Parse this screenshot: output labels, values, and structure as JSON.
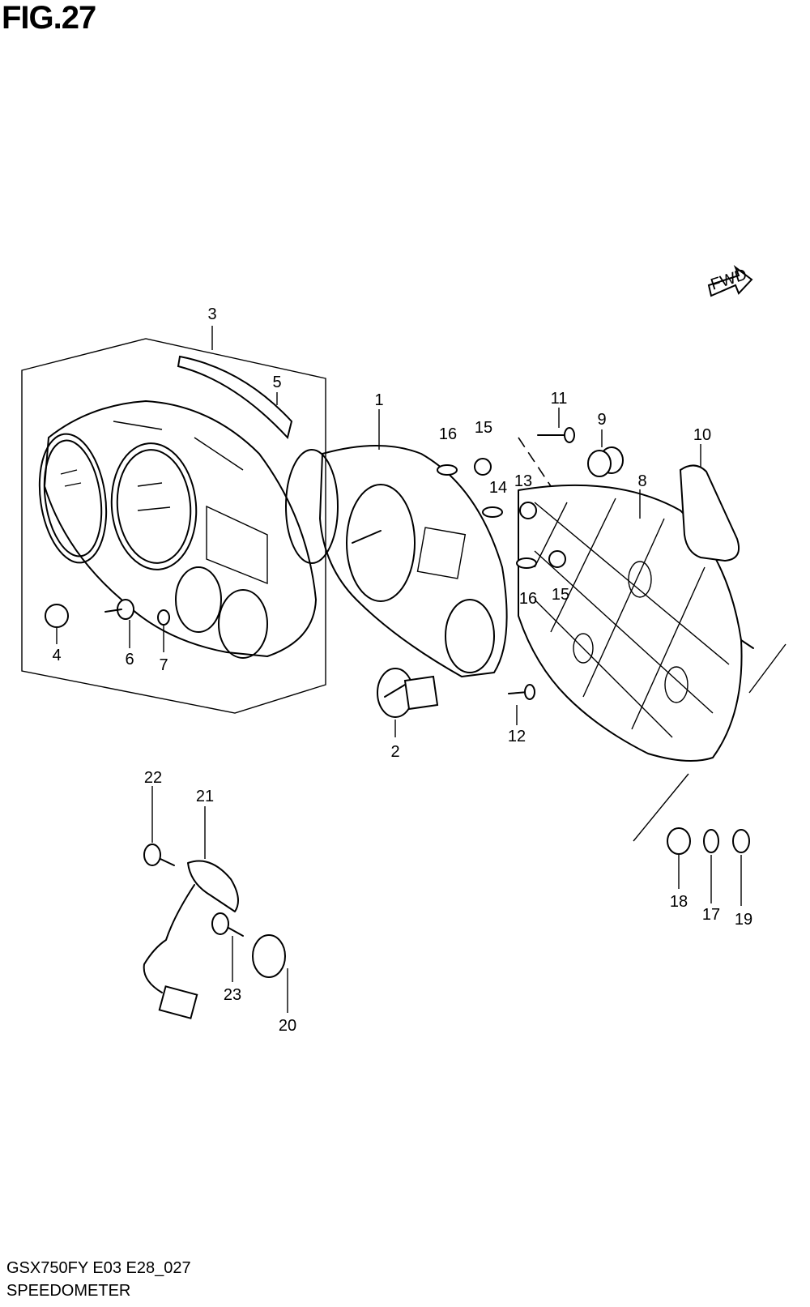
{
  "figure_title": "FIG.27",
  "footer": {
    "code": "GSX750FY E03 E28_027",
    "name": "SPEEDOMETER"
  },
  "forward_badge": "FWD",
  "callouts": [
    {
      "id": "1",
      "text": "1"
    },
    {
      "id": "2",
      "text": "2"
    },
    {
      "id": "3",
      "text": "3"
    },
    {
      "id": "4",
      "text": "4"
    },
    {
      "id": "5",
      "text": "5"
    },
    {
      "id": "6",
      "text": "6"
    },
    {
      "id": "7",
      "text": "7"
    },
    {
      "id": "8",
      "text": "8"
    },
    {
      "id": "9",
      "text": "9"
    },
    {
      "id": "10",
      "text": "10"
    },
    {
      "id": "11",
      "text": "11"
    },
    {
      "id": "12",
      "text": "12"
    },
    {
      "id": "13",
      "text": "13"
    },
    {
      "id": "14",
      "text": "14"
    },
    {
      "id": "15a",
      "text": "15"
    },
    {
      "id": "15b",
      "text": "15"
    },
    {
      "id": "16a",
      "text": "16"
    },
    {
      "id": "16b",
      "text": "16"
    },
    {
      "id": "17",
      "text": "17"
    },
    {
      "id": "18",
      "text": "18"
    },
    {
      "id": "19",
      "text": "19"
    },
    {
      "id": "20",
      "text": "20"
    },
    {
      "id": "21",
      "text": "21"
    },
    {
      "id": "22",
      "text": "22"
    },
    {
      "id": "23",
      "text": "23"
    }
  ]
}
